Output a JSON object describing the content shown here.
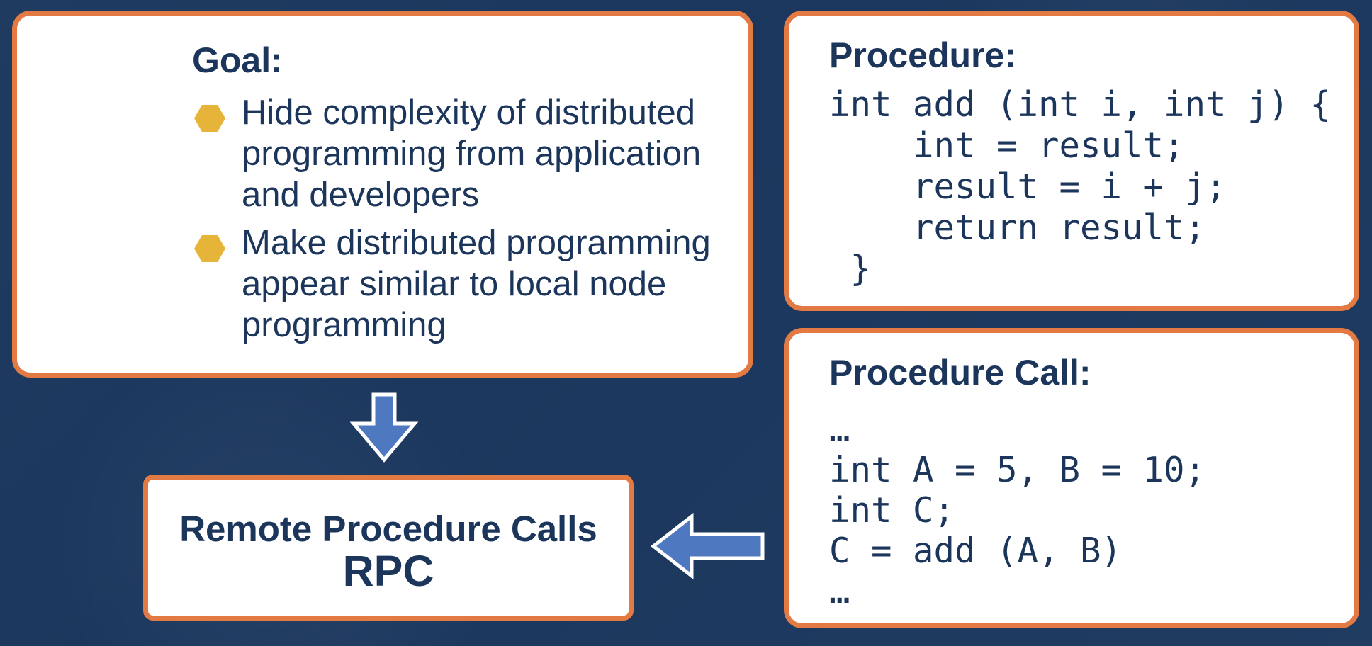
{
  "goal": {
    "title": "Goal:",
    "bullets": [
      "Hide complexity of distributed programming from application and developers",
      "Make distributed programming appear similar to local node programming"
    ]
  },
  "procedure": {
    "title": "Procedure:",
    "code": "int add (int i, int j) {\n    int = result;\n    result = i + j;\n    return result;\n }"
  },
  "procedure_call": {
    "title": "Procedure Call:",
    "code": "…\nint A = 5, B = 10;\nint C;\nC = add (A, B)\n…"
  },
  "rpc": {
    "line1": "Remote Procedure Calls",
    "line2": "RPC"
  },
  "colors": {
    "background": "#1b375d",
    "card_border": "#e47a43",
    "text": "#1c355b",
    "bullet": "#e7b43a",
    "arrow_fill": "#4e79c1"
  },
  "icons": {
    "bullet": "hexagon-bullet-icon",
    "down_arrow": "down-arrow-icon",
    "left_arrow": "left-arrow-icon"
  }
}
